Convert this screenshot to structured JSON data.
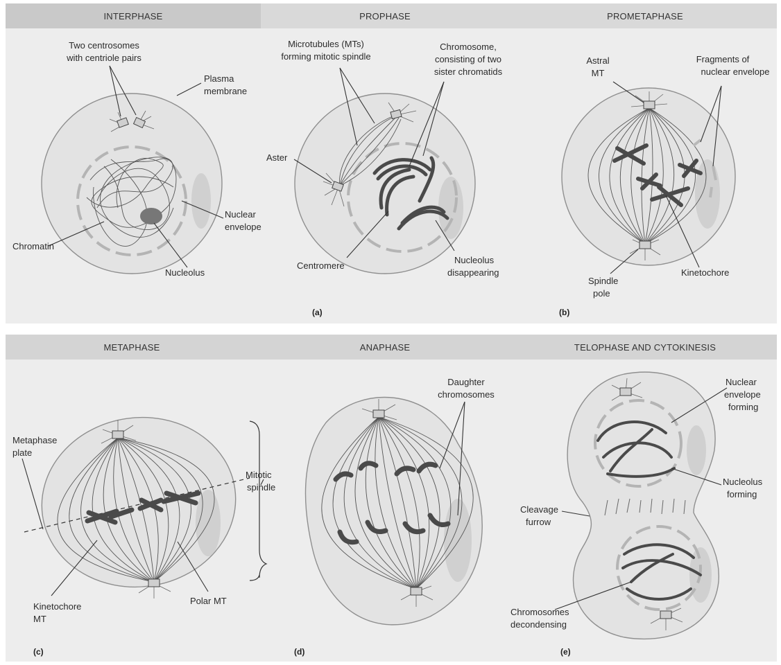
{
  "headers": {
    "interphase": "INTERPHASE",
    "prophase": "PROPHASE",
    "prometaphase": "PROMETAPHASE",
    "metaphase": "METAPHASE",
    "anaphase": "ANAPHASE",
    "telophase": "TELOPHASE AND CYTOKINESIS"
  },
  "tags": {
    "a": "(a)",
    "b": "(b)",
    "c": "(c)",
    "d": "(d)",
    "e": "(e)"
  },
  "labels": {
    "two_centrosomes_1": "Two centrosomes",
    "two_centrosomes_2": "with centriole pairs",
    "plasma_1": "Plasma",
    "plasma_2": "membrane",
    "nuclear_env_1": "Nuclear",
    "nuclear_env_2": "envelope",
    "chromatin": "Chromatin",
    "nucleolus": "Nucleolus",
    "mts_1": "Microtubules (MTs)",
    "mts_2": "forming mitotic spindle",
    "chromosome_1": "Chromosome,",
    "chromosome_2": "consisting of two",
    "chromosome_3": "sister chromatids",
    "aster": "Aster",
    "centromere": "Centromere",
    "nucleolus_dis_1": "Nucleolus",
    "nucleolus_dis_2": "disappearing",
    "astral_1": "Astral",
    "astral_2": "MT",
    "fragments_1": "Fragments of",
    "fragments_2": "nuclear envelope",
    "kinetochore": "Kinetochore",
    "spindle_pole_1": "Spindle",
    "spindle_pole_2": "pole",
    "metaphase_plate_1": "Metaphase",
    "metaphase_plate_2": "plate",
    "mitotic_spindle_1": "Mitotic",
    "mitotic_spindle_2": "spindle",
    "kinetochore_mt_1": "Kinetochore",
    "kinetochore_mt_2": "MT",
    "polar_mt": "Polar MT",
    "daughter_1": "Daughter",
    "daughter_2": "chromosomes",
    "nuc_env_forming_1": "Nuclear",
    "nuc_env_forming_2": "envelope",
    "nuc_env_forming_3": "forming",
    "nucleolus_forming_1": "Nucleolus",
    "nucleolus_forming_2": "forming",
    "cleavage_1": "Cleavage",
    "cleavage_2": "furrow",
    "chrom_decond_1": "Chromosomes",
    "chrom_decond_2": "decondensing"
  },
  "colors": {
    "panel_bg": "#ededed",
    "header_bg": "#d4d4d4",
    "header_dark": "#c6c6c6",
    "cell_fill": "#e3e3e3",
    "chromosome": "#4a4a4a"
  }
}
